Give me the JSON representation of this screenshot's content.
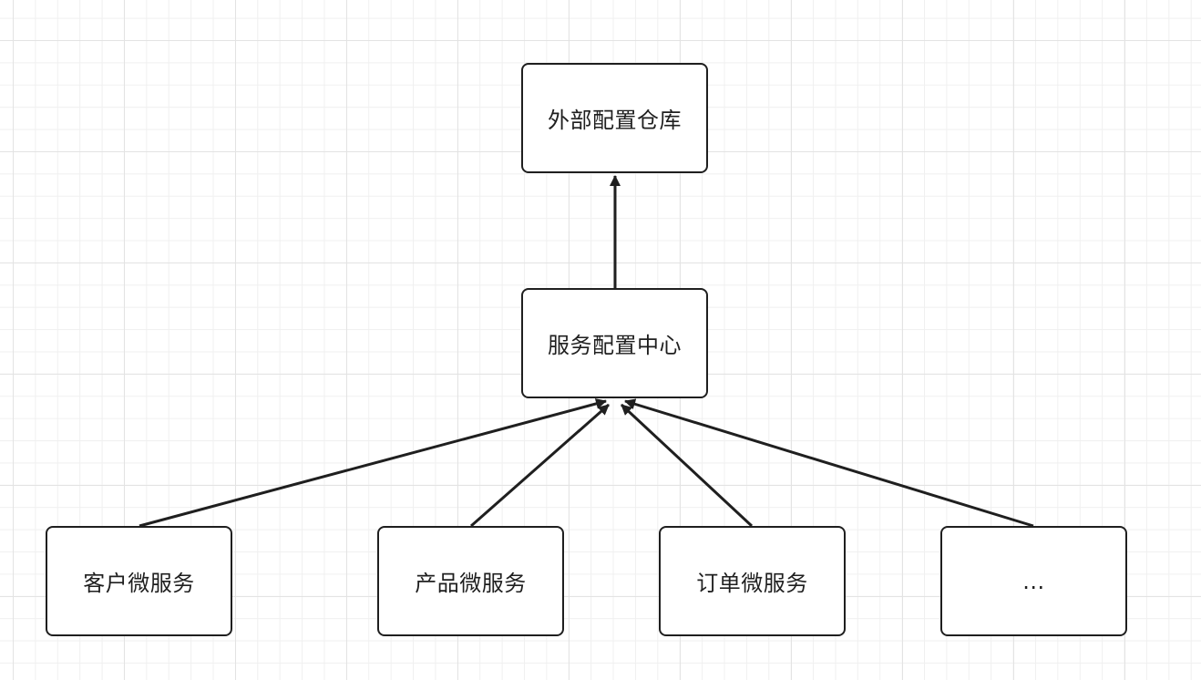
{
  "nodes": {
    "external_repo": "外部配置仓库",
    "config_center": "服务配置中心",
    "customer_service": "客户微服务",
    "product_service": "产品微服务",
    "order_service": "订单微服务",
    "more": "..."
  },
  "edges": [
    {
      "from": "config_center",
      "to": "external_repo"
    },
    {
      "from": "customer_service",
      "to": "config_center"
    },
    {
      "from": "product_service",
      "to": "config_center"
    },
    {
      "from": "order_service",
      "to": "config_center"
    },
    {
      "from": "more",
      "to": "config_center"
    }
  ],
  "colors": {
    "stroke": "#1f1f1f",
    "node_fill": "#ffffff",
    "grid_major": "#e3e3e3",
    "grid_minor": "#f0f0f0"
  }
}
